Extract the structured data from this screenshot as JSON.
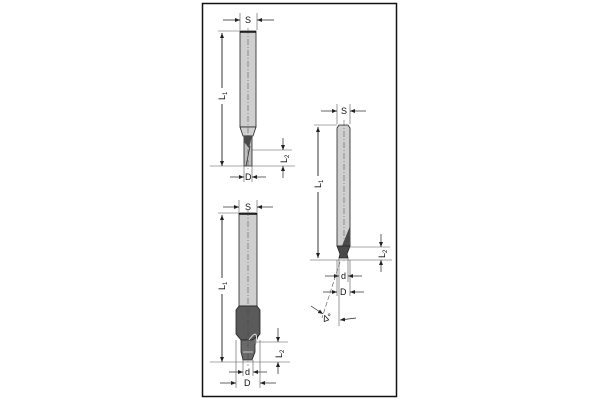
{
  "figure": {
    "description": "Technical drawing of three router/drill bits with dimension labels",
    "colors": {
      "frame": "#111111",
      "shank_fill": "#cfcfcf",
      "cutter_fill": "#5a5a5a",
      "line": "#222222"
    }
  },
  "bits": [
    {
      "id": "bit-1",
      "position": "top-left",
      "labels": {
        "shank": "S",
        "overall_length": "L",
        "overall_length_sub": "1",
        "cutting_length": "L",
        "cutting_length_sub": "2",
        "diameter": "D"
      }
    },
    {
      "id": "bit-2",
      "position": "bottom-left",
      "labels": {
        "shank": "S",
        "overall_length": "L",
        "overall_length_sub": "1",
        "cutting_length": "L",
        "cutting_length_sub": "2",
        "small_diameter": "d",
        "diameter": "D"
      }
    },
    {
      "id": "bit-3",
      "position": "right",
      "labels": {
        "shank": "S",
        "overall_length": "L",
        "overall_length_sub": "1",
        "cutting_length": "L",
        "cutting_length_sub": "2",
        "small_diameter": "d",
        "diameter": "D",
        "angle": "∆°"
      }
    }
  ]
}
